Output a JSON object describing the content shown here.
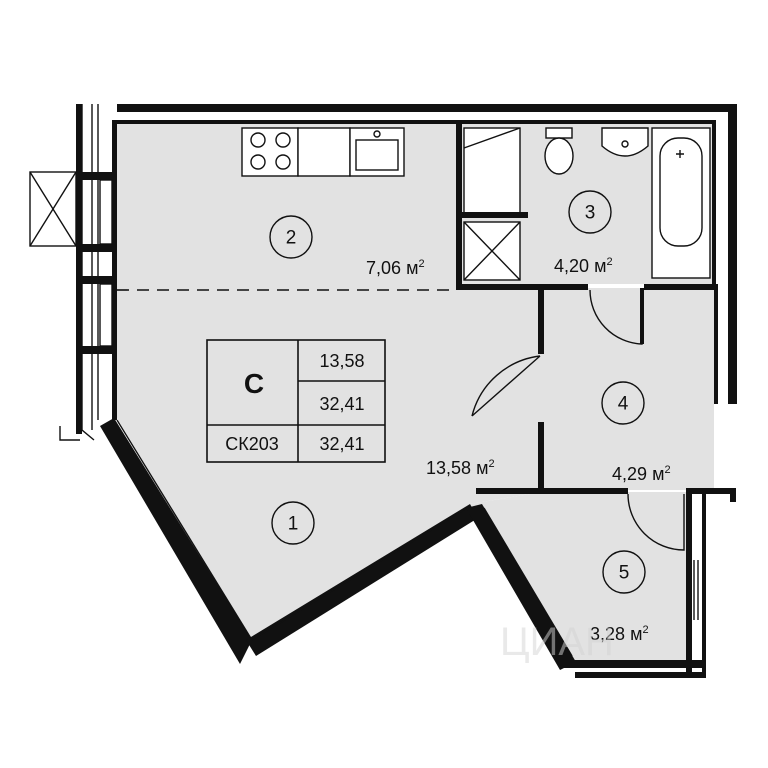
{
  "rooms": [
    {
      "number": "1",
      "area": "13,58",
      "unit": "м",
      "power": "2"
    },
    {
      "number": "2",
      "area": "7,06",
      "unit": "м",
      "power": "2"
    },
    {
      "number": "3",
      "area": "4,20",
      "unit": "м",
      "power": "2"
    },
    {
      "number": "4",
      "area": "4,29",
      "unit": "м",
      "power": "2"
    },
    {
      "number": "5",
      "area": "3,28",
      "unit": "м",
      "power": "2"
    }
  ],
  "summary_table": {
    "type_letter": "С",
    "living_area": "13,58",
    "total_area": "32,41",
    "apartment_code": "СК203",
    "apartment_area": "32,41"
  },
  "watermark": "ЦИАН"
}
